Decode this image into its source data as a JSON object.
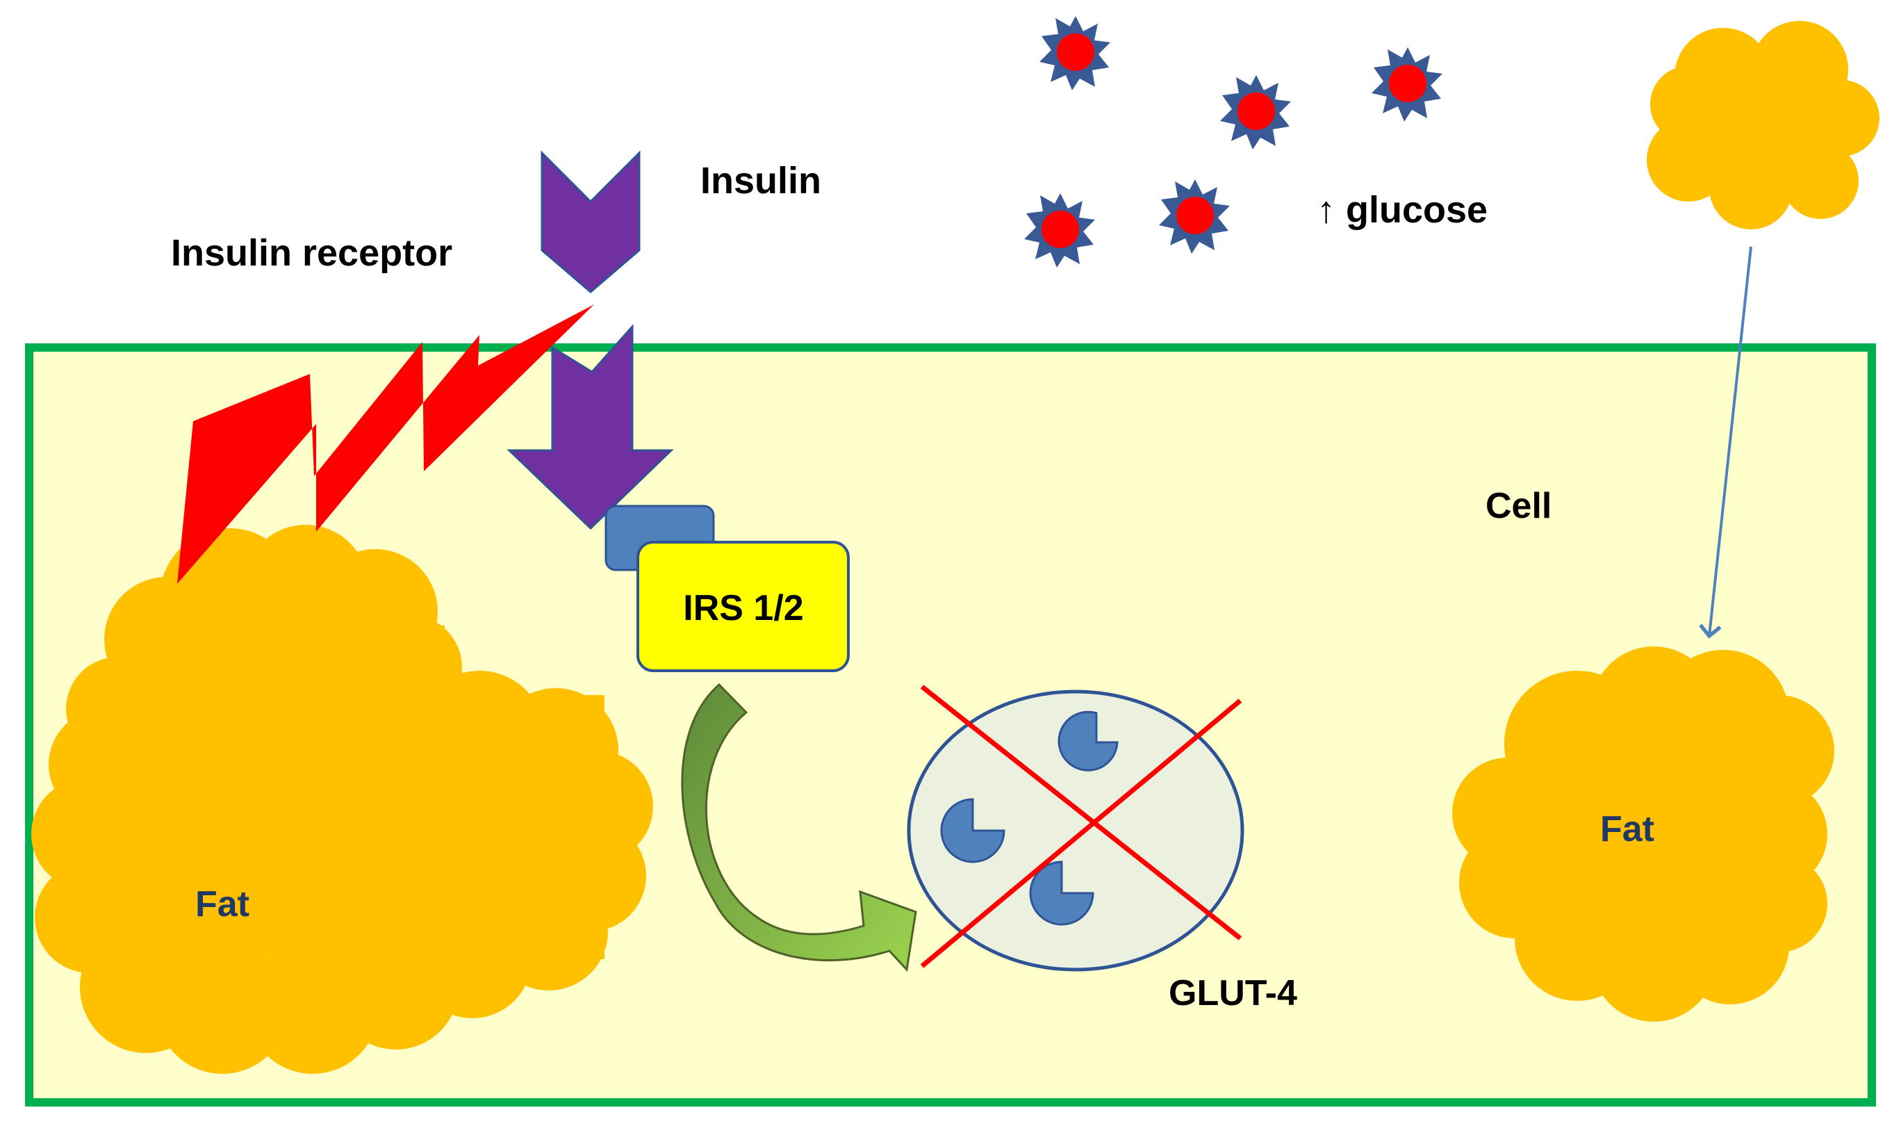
{
  "labels": {
    "insulin": "Insulin",
    "insulin_receptor": "Insulin receptor",
    "glucose": "↑ glucose",
    "cell": "Cell",
    "irs": "IRS 1/2",
    "glut4": "GLUT-4",
    "fat_left": "Fat",
    "fat_right": "Fat"
  },
  "colors": {
    "cell_fill": "#FFFFCC",
    "cell_border": "#00B050",
    "fat": "#FFC000",
    "fat_text": "#1F3864",
    "insulin": "#7030A0",
    "receptor_box": "#4F81BD",
    "irs_box": "#FFFF00",
    "lightning": "#FF0000",
    "glucose_core": "#FF0000",
    "glucose_spikes": "#3A5A96",
    "vesicle_fill": "#EBF1DE",
    "vesicle_border": "#2F5496",
    "glut4": "#4F81BD",
    "cross": "#FF0000",
    "curved_arrow": "#8DC63F",
    "thin_arrow": "#4F81BD"
  },
  "icons": [
    "glucose-molecule-icon",
    "insulin-chevron-icon",
    "lightning-icon",
    "fat-blob-icon",
    "glut4-transporter-icon",
    "cross-mark-icon"
  ]
}
